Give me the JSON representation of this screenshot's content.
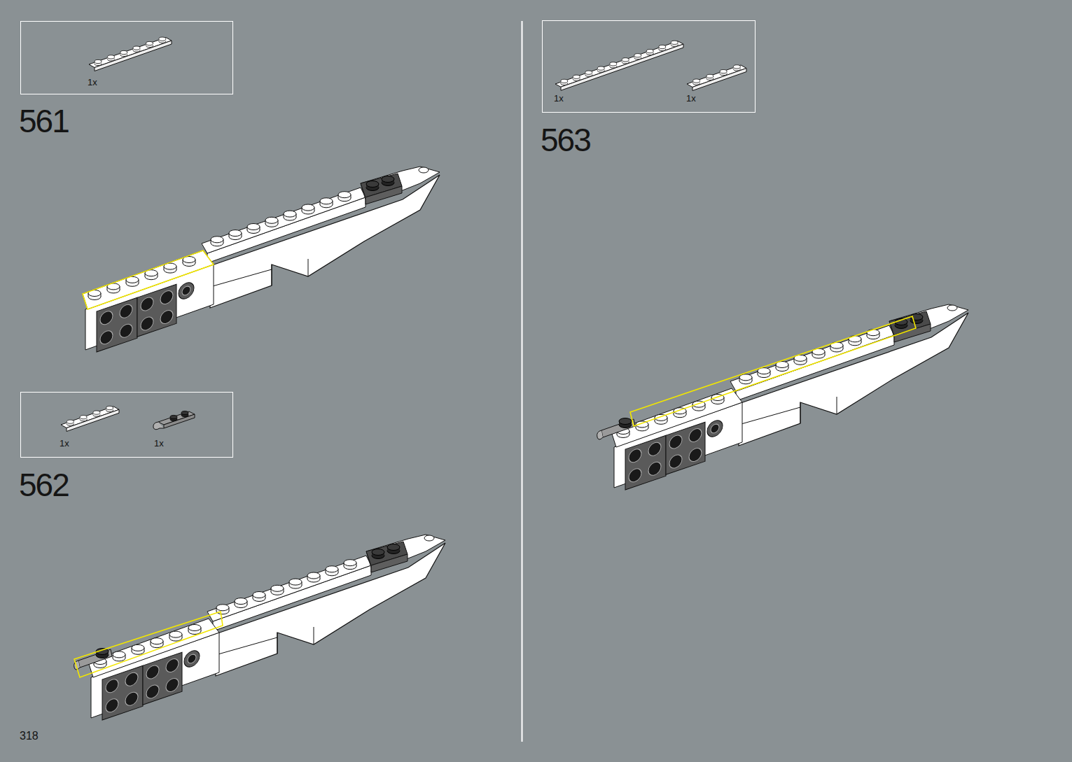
{
  "diagram": {
    "nodes": [
      {
        "text": [
          "1x"
        ]
      },
      {
        "text": [
          "1x",
          "1x"
        ]
      },
      {
        "text": [
          "1x",
          "1x"
        ]
      }
    ],
    "labels": [
      "561",
      "562",
      "563",
      "318"
    ]
  }
}
